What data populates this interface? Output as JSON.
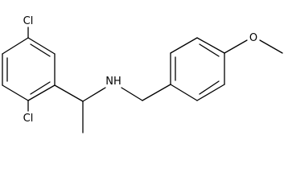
{
  "diagram": {
    "type": "skeletal-structure",
    "line_color": "#000000",
    "background": "#ffffff",
    "atom_labels": {
      "cl_top": "Cl",
      "cl_bottom": "Cl",
      "nh": "NH",
      "oxygen": "O"
    }
  }
}
